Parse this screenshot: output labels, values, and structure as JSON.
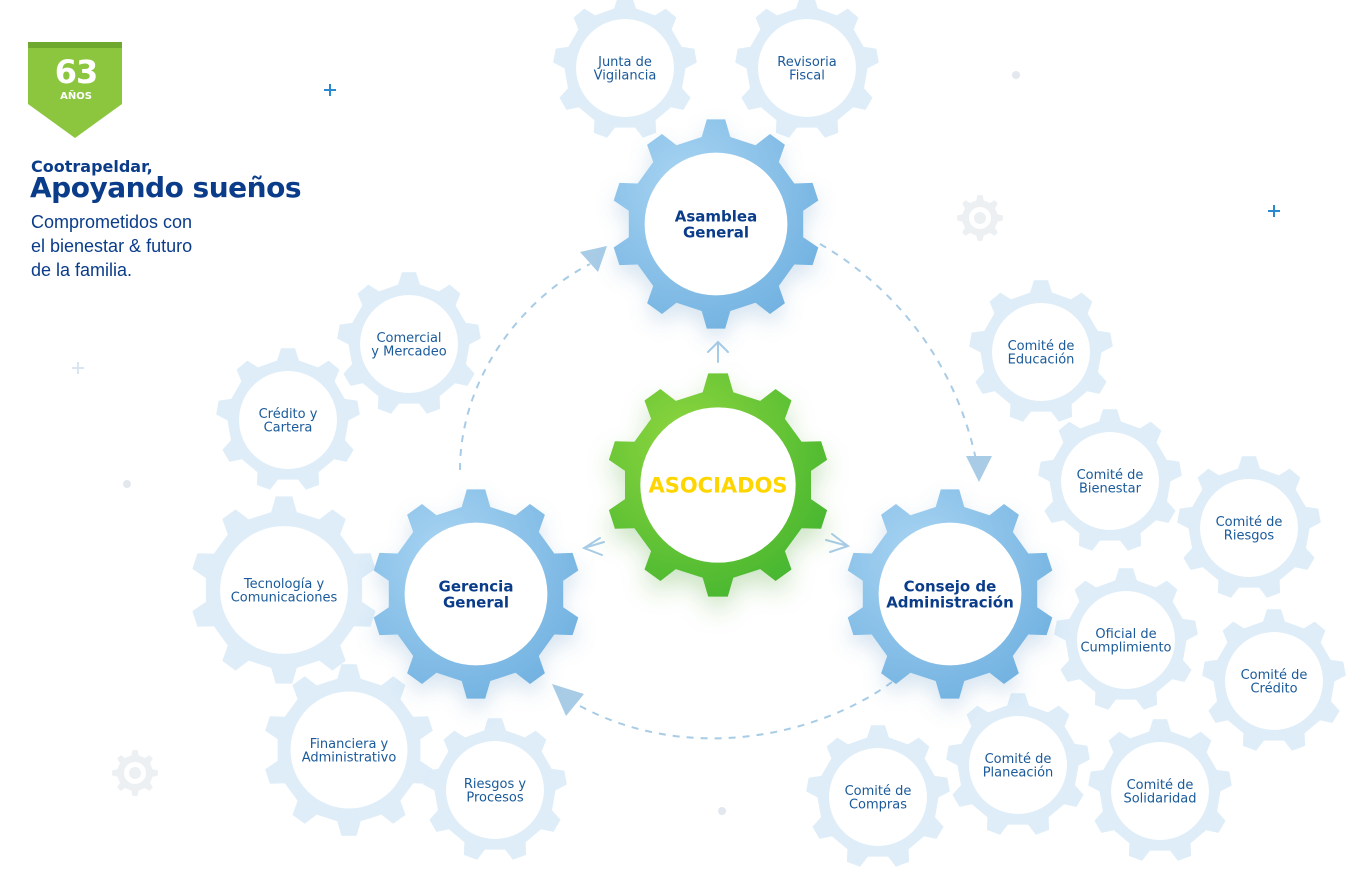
{
  "badge": {
    "number": "63",
    "label": "AÑOS"
  },
  "header": {
    "brand": "Cootrapeldar,",
    "slogan": "Apoyando sueños",
    "tagline": [
      "Comprometidos con",
      "el bienestar & futuro",
      "de la familia."
    ]
  },
  "colors": {
    "brand_blue": "#0a3c8a",
    "text_blue": "#1a5a9a",
    "core_green": "#5cc43a",
    "core_text": "#ffd500",
    "primary_gear": "#8cc4ec",
    "secondary_gear": "#dcecf8"
  },
  "diagram": {
    "center": {
      "id": "asociados",
      "lines": [
        "ASOCIADOS"
      ]
    },
    "primary": [
      {
        "id": "asamblea-general",
        "lines": [
          "Asamblea",
          "General"
        ]
      },
      {
        "id": "consejo-de-administracion",
        "lines": [
          "Consejo de",
          "Administración"
        ]
      },
      {
        "id": "gerencia-general",
        "lines": [
          "Gerencia",
          "General"
        ]
      }
    ],
    "secondary": [
      {
        "id": "junta-de-vigilancia",
        "group": "asamblea-general",
        "lines": [
          "Junta de",
          "Vigilancia"
        ]
      },
      {
        "id": "revisoria-fiscal",
        "group": "asamblea-general",
        "lines": [
          "Revisoria",
          "Fiscal"
        ]
      },
      {
        "id": "comercial-y-mercadeo",
        "group": "gerencia-general",
        "lines": [
          "Comercial",
          "y Mercadeo"
        ]
      },
      {
        "id": "credito-y-cartera",
        "group": "gerencia-general",
        "lines": [
          "Crédito y",
          "Cartera"
        ]
      },
      {
        "id": "tecnologia-y-comunicaciones",
        "group": "gerencia-general",
        "lines": [
          "Tecnología y",
          "Comunicaciones"
        ]
      },
      {
        "id": "financiera-y-administrativo",
        "group": "gerencia-general",
        "lines": [
          "Financiera y",
          "Administrativo"
        ]
      },
      {
        "id": "riesgos-y-procesos",
        "group": "gerencia-general",
        "lines": [
          "Riesgos y",
          "Procesos"
        ]
      },
      {
        "id": "comite-de-educacion",
        "group": "consejo-de-administracion",
        "lines": [
          "Comité de",
          "Educación"
        ]
      },
      {
        "id": "comite-de-bienestar",
        "group": "consejo-de-administracion",
        "lines": [
          "Comité de",
          "Bienestar"
        ]
      },
      {
        "id": "comite-de-riesgos",
        "group": "consejo-de-administracion",
        "lines": [
          "Comité de",
          "Riesgos"
        ]
      },
      {
        "id": "oficial-de-cumplimiento",
        "group": "consejo-de-administracion",
        "lines": [
          "Oficial de",
          "Cumplimiento"
        ]
      },
      {
        "id": "comite-de-credito",
        "group": "consejo-de-administracion",
        "lines": [
          "Comité de",
          "Crédito"
        ]
      },
      {
        "id": "comite-de-compras",
        "group": "consejo-de-administracion",
        "lines": [
          "Comité de",
          "Compras"
        ]
      },
      {
        "id": "comite-de-planeacion",
        "group": "consejo-de-administracion",
        "lines": [
          "Comité de",
          "Planeación"
        ]
      },
      {
        "id": "comite-de-solidaridad",
        "group": "consejo-de-administracion",
        "lines": [
          "Comité de",
          "Solidaridad"
        ]
      }
    ]
  }
}
